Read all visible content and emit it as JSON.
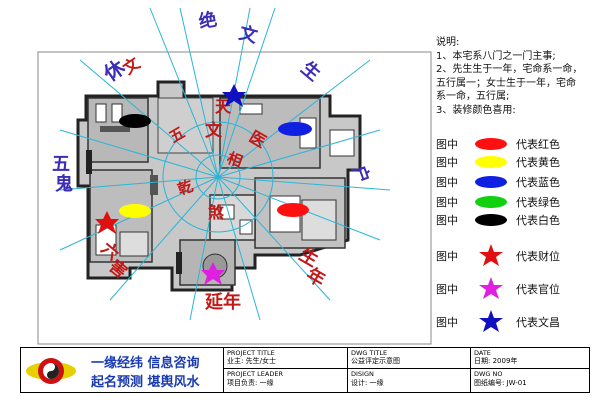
{
  "plan": {
    "sector_labels": [
      {
        "id": "xiu",
        "text": "休"
      },
      {
        "id": "jue",
        "text": "绝"
      },
      {
        "id": "sheng",
        "text": "生"
      },
      {
        "id": "wen_left",
        "text": "文"
      },
      {
        "id": "wen_center",
        "text": "文"
      },
      {
        "id": "wen_right",
        "text": "文"
      },
      {
        "id": "wu_left",
        "text": "五"
      },
      {
        "id": "wu_center",
        "text": "五"
      },
      {
        "id": "hu",
        "text": "户"
      },
      {
        "id": "tian",
        "text": "天"
      },
      {
        "id": "yi",
        "text": "医"
      },
      {
        "id": "qian",
        "text": "乾"
      },
      {
        "id": "xiang",
        "text": "相"
      },
      {
        "id": "sheng2",
        "text": "生"
      },
      {
        "id": "nian",
        "text": "年"
      },
      {
        "id": "yannian",
        "text": "延年"
      },
      {
        "id": "liu",
        "text": "六"
      },
      {
        "id": "hai",
        "text": "害"
      },
      {
        "id": "sha",
        "text": "煞"
      },
      {
        "id": "gui",
        "text": "鬼"
      }
    ]
  },
  "notes": {
    "heading": "说明:",
    "lines": [
      "1、本宅系八门之一门主事;",
      "2、先生生于一年，宅命系一命，",
      "五行属一；女士生于一年，宅命",
      "系一命，五行属;",
      "3、装修颜色喜用:"
    ]
  },
  "legend": {
    "prefix": "图中",
    "items": [
      {
        "shape": "ellipse",
        "color": "#ff1010",
        "label": "代表红色"
      },
      {
        "shape": "ellipse",
        "color": "#ffff00",
        "label": "代表黄色"
      },
      {
        "shape": "ellipse",
        "color": "#1020e0",
        "label": "代表蓝色"
      },
      {
        "shape": "ellipse",
        "color": "#10d010",
        "label": "代表绿色"
      },
      {
        "shape": "ellipse",
        "color": "#000000",
        "label": "代表白色"
      },
      {
        "shape": "star",
        "color": "#e01010",
        "label": "代表财位"
      },
      {
        "shape": "star",
        "color": "#e020e0",
        "label": "代表官位"
      },
      {
        "shape": "star",
        "color": "#1010c0",
        "label": "代表文昌"
      }
    ]
  },
  "title_block": {
    "slogan_line1": "一缘经纬  信息咨询",
    "slogan_line2": "起名预测  堪舆风水",
    "project_title_label": "PROJECT TITLE",
    "project_title_value": "业主: 先生/女士",
    "project_leader_label": "PROJECT LEADER",
    "project_leader_value": "项目负责: 一缘",
    "dwg_title_label": "DWG TITLE",
    "dwg_title_value": "公益评定示意图",
    "design_label": "DISIGN",
    "design_value": "设计: 一缘",
    "date_label": "DATE",
    "date_value": "日期: 2009年",
    "dwg_no_label": "DWG NO",
    "dwg_no_value": "图纸编号: JW-01"
  }
}
